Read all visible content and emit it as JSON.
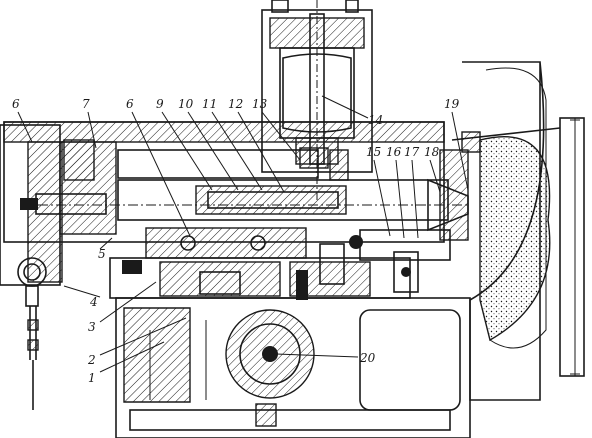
{
  "drawing": {
    "ink_color": "#1a1a1a",
    "paper_color": "#ffffff",
    "callouts": [
      {
        "id": "1",
        "label": "1"
      },
      {
        "id": "2",
        "label": "2"
      },
      {
        "id": "3",
        "label": "3"
      },
      {
        "id": "4",
        "label": "4"
      },
      {
        "id": "5",
        "label": "5"
      },
      {
        "id": "6a",
        "label": "6"
      },
      {
        "id": "7",
        "label": "7"
      },
      {
        "id": "6b",
        "label": "6"
      },
      {
        "id": "9",
        "label": "9"
      },
      {
        "id": "10",
        "label": "10"
      },
      {
        "id": "11",
        "label": "11"
      },
      {
        "id": "12",
        "label": "12"
      },
      {
        "id": "13",
        "label": "13"
      },
      {
        "id": "14",
        "label": "14"
      },
      {
        "id": "15",
        "label": "15"
      },
      {
        "id": "16",
        "label": "16"
      },
      {
        "id": "17",
        "label": "17"
      },
      {
        "id": "18",
        "label": "18"
      },
      {
        "id": "19",
        "label": "19"
      },
      {
        "id": "20",
        "label": "20"
      }
    ]
  }
}
